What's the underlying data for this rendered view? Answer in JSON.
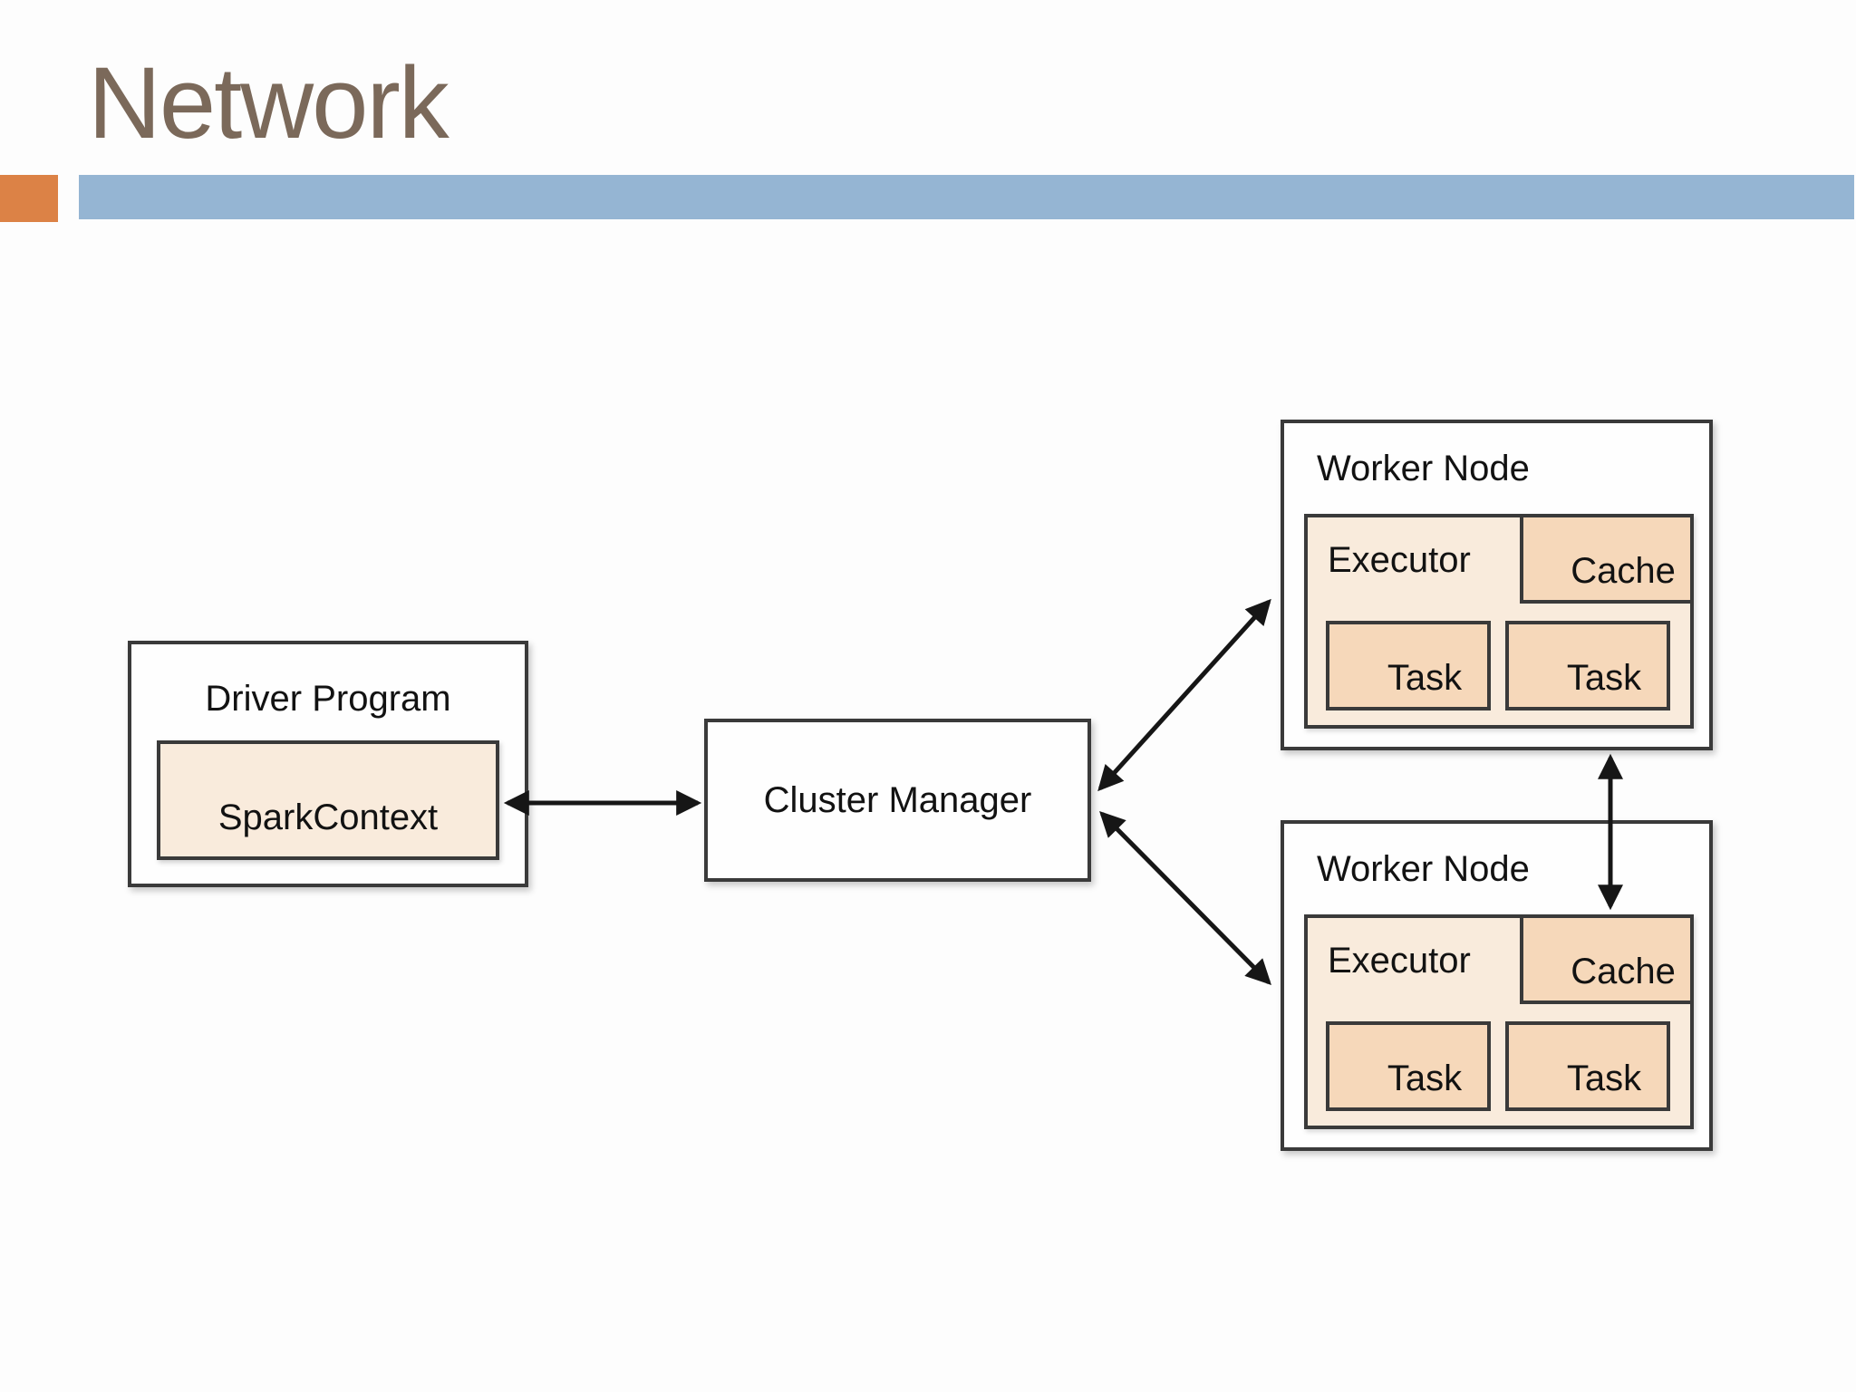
{
  "slide": {
    "title": "Network"
  },
  "colors": {
    "accent-orange": "#DC8246",
    "accent-blue": "#95B5D3",
    "title-text": "#7B695A",
    "box-border": "#3A3A3A",
    "fill-light": "#F9EBDC",
    "fill-peach": "#F6D8BA",
    "arrow": "#161616",
    "label-text": "#121212"
  },
  "diagram": {
    "driver": {
      "label": "Driver Program",
      "spark_context_label": "SparkContext"
    },
    "cluster_manager": {
      "label": "Cluster Manager"
    },
    "workers": [
      {
        "label": "Worker Node",
        "executor_label": "Executor",
        "cache_label": "Cache",
        "tasks": [
          "Task",
          "Task"
        ]
      },
      {
        "label": "Worker Node",
        "executor_label": "Executor",
        "cache_label": "Cache",
        "tasks": [
          "Task",
          "Task"
        ]
      }
    ]
  }
}
